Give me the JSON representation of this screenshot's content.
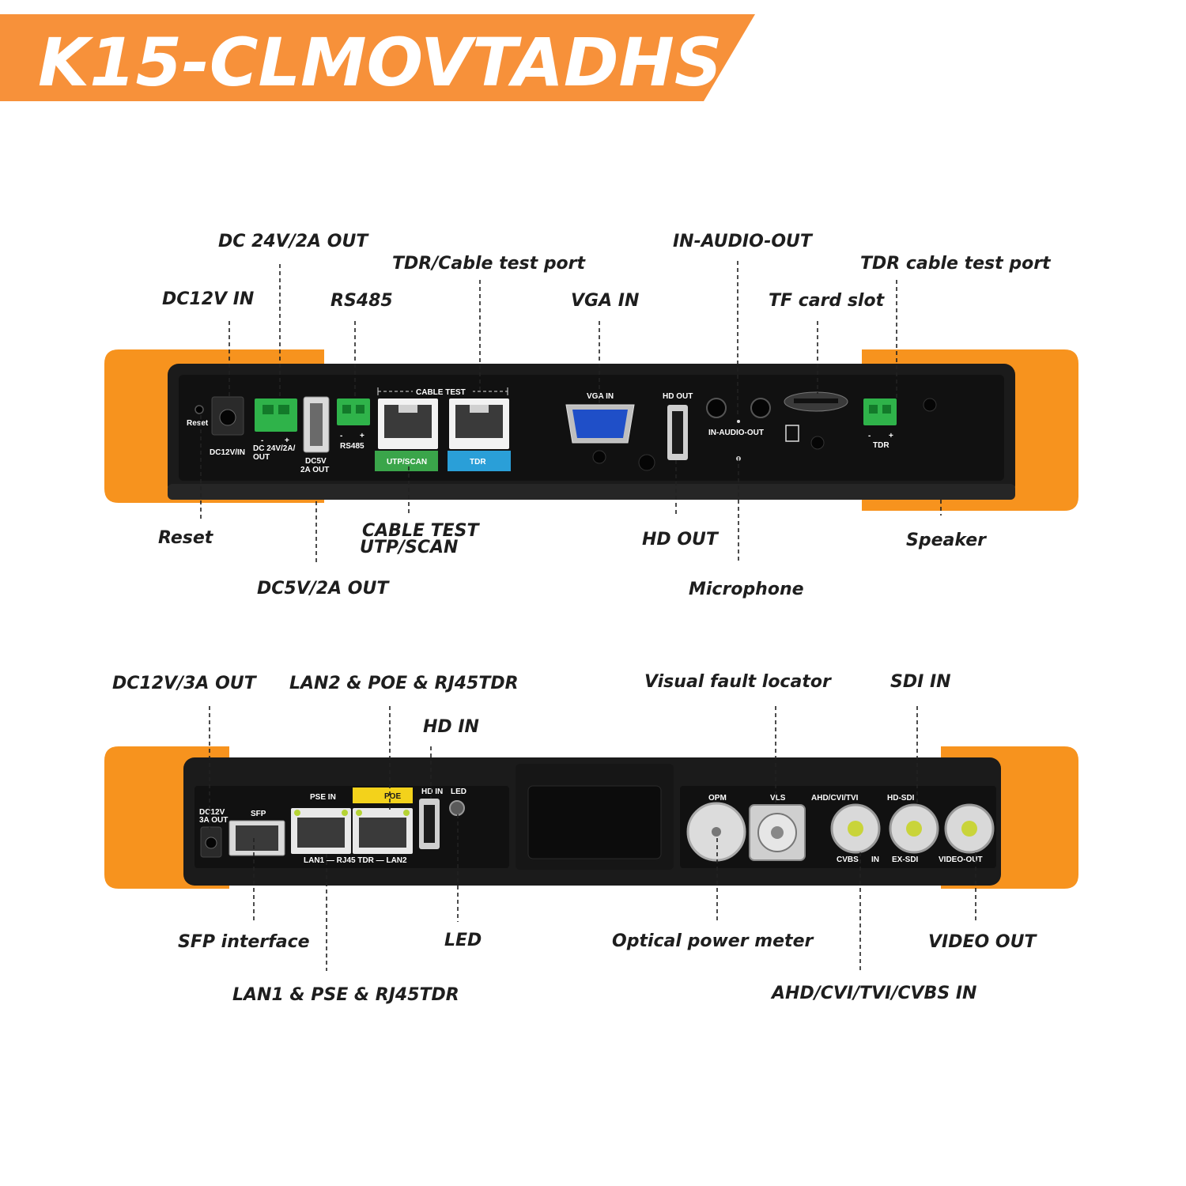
{
  "banner": {
    "title": "K15-CLMOVTADHS",
    "color": "#f7913a"
  },
  "colors": {
    "bumper": "#f7931e",
    "body": "#1b1b1b",
    "green_terminal": "#2fb34a",
    "vga_blue": "#1f4fc8",
    "tag_green": "#3aa54a",
    "tag_blue": "#2a9fd8",
    "poe_yellow": "#f3d21b"
  },
  "top_panel": {
    "callouts": {
      "dc24_out": "DC 24V/2A OUT",
      "tdr_cable_port": "TDR/Cable test port",
      "in_audio_out": "IN-AUDIO-OUT",
      "tdr_cable_test_port": "TDR cable test port",
      "dc12_in": "DC12V IN",
      "rs485": "RS485",
      "vga_in": "VGA IN",
      "tf_card": "TF card slot",
      "reset": "Reset",
      "cable_test_1": "CABLE TEST",
      "cable_test_2": "UTP/SCAN",
      "hd_out": "HD OUT",
      "speaker": "Speaker",
      "dc5_out": "DC5V/2A OUT",
      "microphone": "Microphone"
    },
    "labels": {
      "reset": "Reset",
      "dc12vin": "DC12V/IN",
      "dc24_1": "DC 24V/2A/",
      "dc24_2": "OUT",
      "dc5_1": "DC5V",
      "dc5_2": "2A OUT",
      "rs485": "RS485",
      "cable_test": "CABLE TEST",
      "utp_scan": "UTP/SCAN",
      "tdr": "TDR",
      "vga_in": "VGA IN",
      "hd_out": "HD OUT",
      "in_audio_out": "IN-AUDIO-OUT",
      "tdr_small": "TDR",
      "minus": "-",
      "plus": "+"
    }
  },
  "bottom_panel": {
    "callouts": {
      "dc12_3a_out": "DC12V/3A OUT",
      "lan2_poe": "LAN2 & POE & RJ45TDR",
      "visual_fault": "Visual fault locator",
      "sdi_in": "SDI IN",
      "hd_in": "HD IN",
      "sfp_interface": "SFP interface",
      "led": "LED",
      "optical_power": "Optical power meter",
      "video_out": "VIDEO OUT",
      "lan1_pse": "LAN1 & PSE & RJ45TDR",
      "ahd_in": "AHD/CVI/TVI/CVBS IN"
    },
    "labels": {
      "dc12_1": "DC12V",
      "dc12_2": "3A OUT",
      "sfp": "SFP",
      "pse_in": "PSE IN",
      "poe": "POE",
      "lan_row": "LAN1 — RJ45 TDR — LAN2",
      "hd_in": "HD IN",
      "led": "LED",
      "opm": "OPM",
      "vls": "VLS",
      "ahd": "AHD/CVI/TVI",
      "hd_sdi": "HD-SDI",
      "cvbs": "CVBS",
      "in": "IN",
      "ex_sdi": "EX-SDI",
      "video_out": "VIDEO-OUT"
    }
  }
}
